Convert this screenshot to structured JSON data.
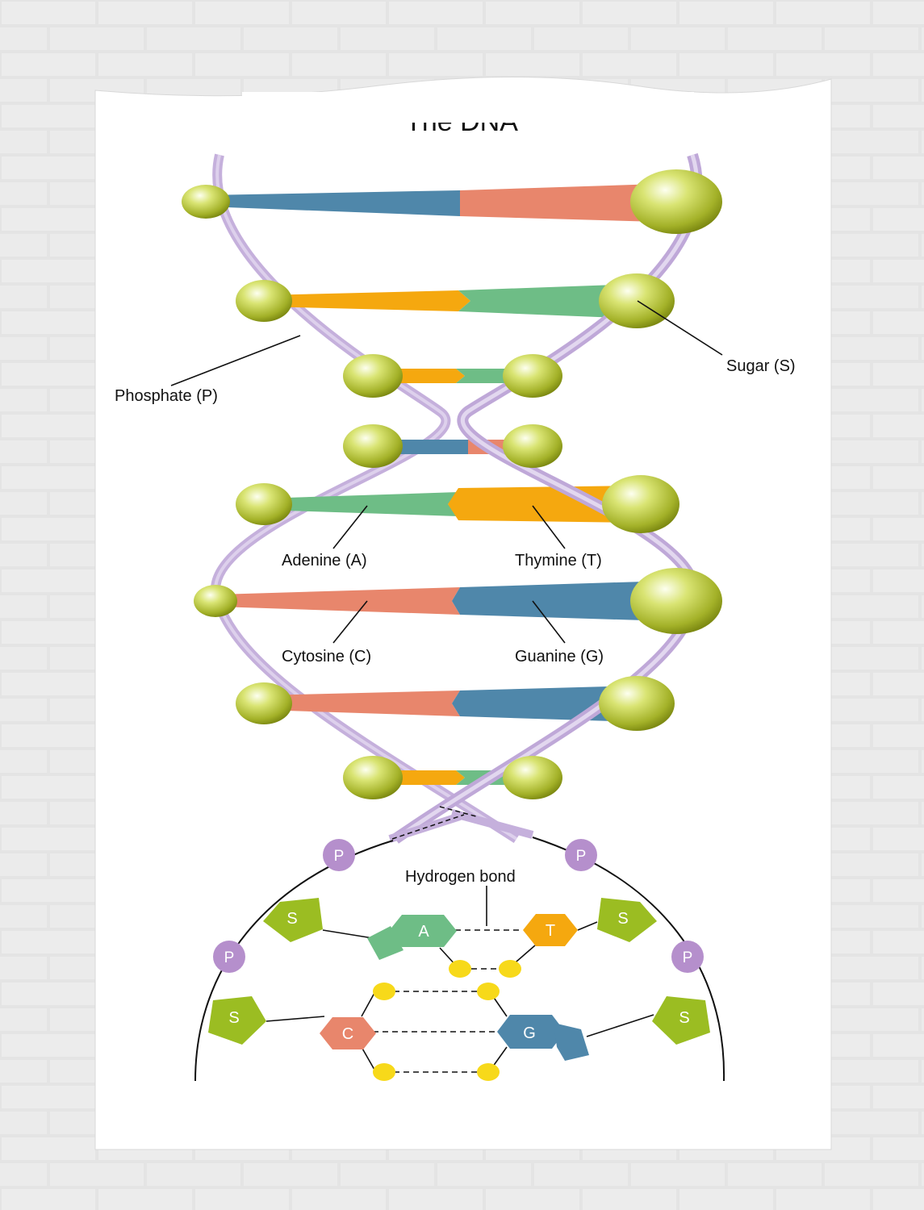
{
  "title_partial": "The DNA",
  "labels": {
    "phosphate": "Phosphate (P)",
    "sugar": "Sugar (S)",
    "adenine": "Adenine (A)",
    "thymine": "Thymine (T)",
    "cytosine": "Cytosine (C)",
    "guanine": "Guanine (G)",
    "hydrogen_bond": "Hydrogen bond"
  },
  "letters": {
    "phosphate": "P",
    "sugar": "S",
    "adenine": "A",
    "thymine": "T",
    "cytosine": "C",
    "guanine": "G"
  },
  "colors": {
    "background": "#e6e6e6",
    "panel": "#ffffff",
    "backbone": "#c5b0dc",
    "sphere": "#bcc93a",
    "adenine": "#6ebd86",
    "thymine": "#f5a80f",
    "cytosine": "#e8866c",
    "guanine": "#4f87aa",
    "sugar": "#9bbd22",
    "phosphate": "#b58fcc",
    "hydrogen_atom": "#f7d91a"
  }
}
